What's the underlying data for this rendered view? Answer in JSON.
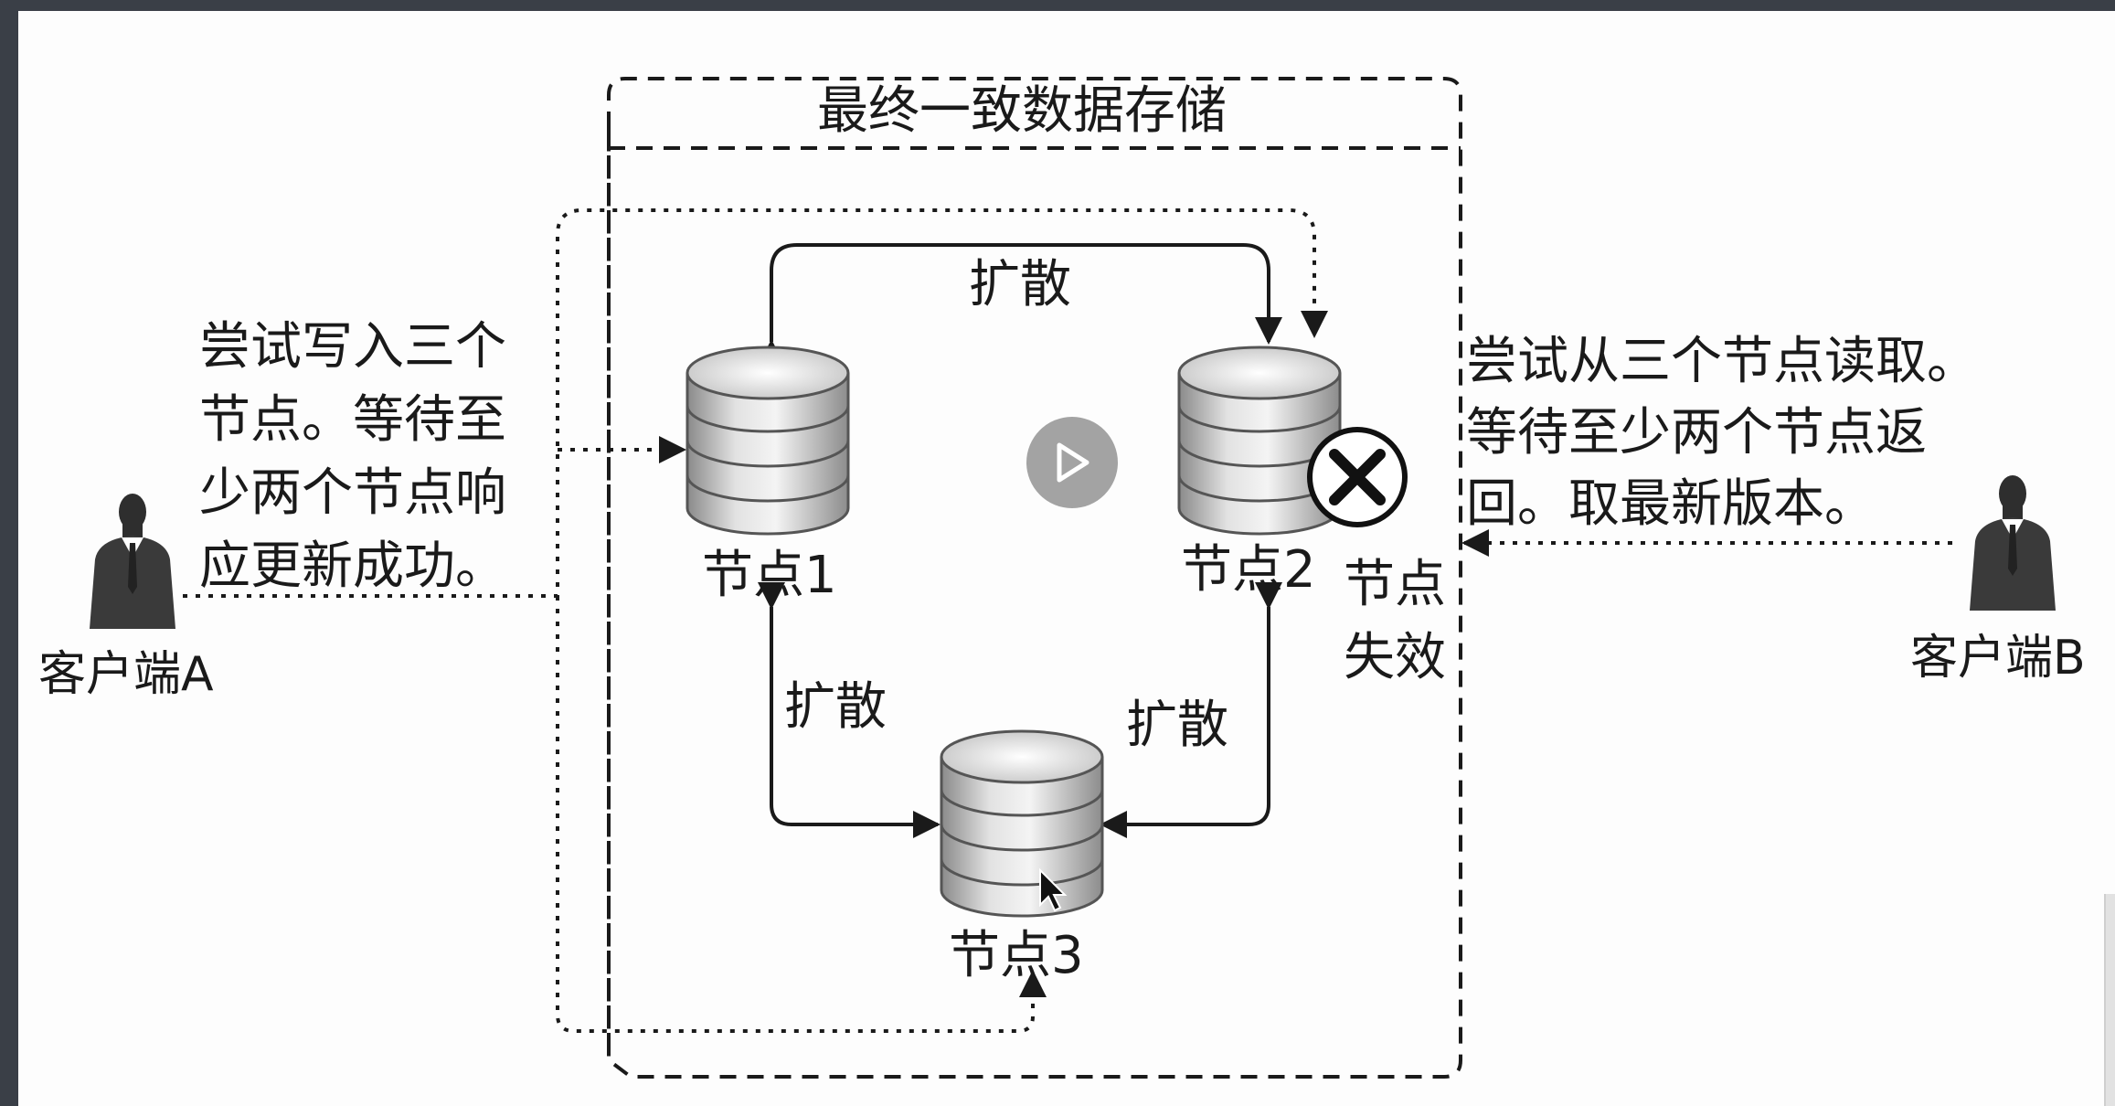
{
  "diagram": {
    "title": "最终一致数据存储",
    "nodes": {
      "node1": "节点1",
      "node2": "节点2",
      "node3": "节点3"
    },
    "gossip_label": "扩散",
    "failure_label_line1": "节点",
    "failure_label_line2": "失效",
    "client_a": {
      "name": "客户端A",
      "note_lines": [
        "尝试写入三个",
        "节点。等待至",
        "少两个节点响",
        "应更新成功。"
      ]
    },
    "client_b": {
      "name": "客户端B",
      "note_lines": [
        "尝试从三个节点读取。",
        "等待至少两个节点返",
        "回。取最新版本。"
      ]
    }
  },
  "player": {
    "play_icon": "play-icon"
  },
  "colors": {
    "background": "#fdfdfd",
    "line": "#1a1a1a",
    "frame": "#3a3f47"
  }
}
